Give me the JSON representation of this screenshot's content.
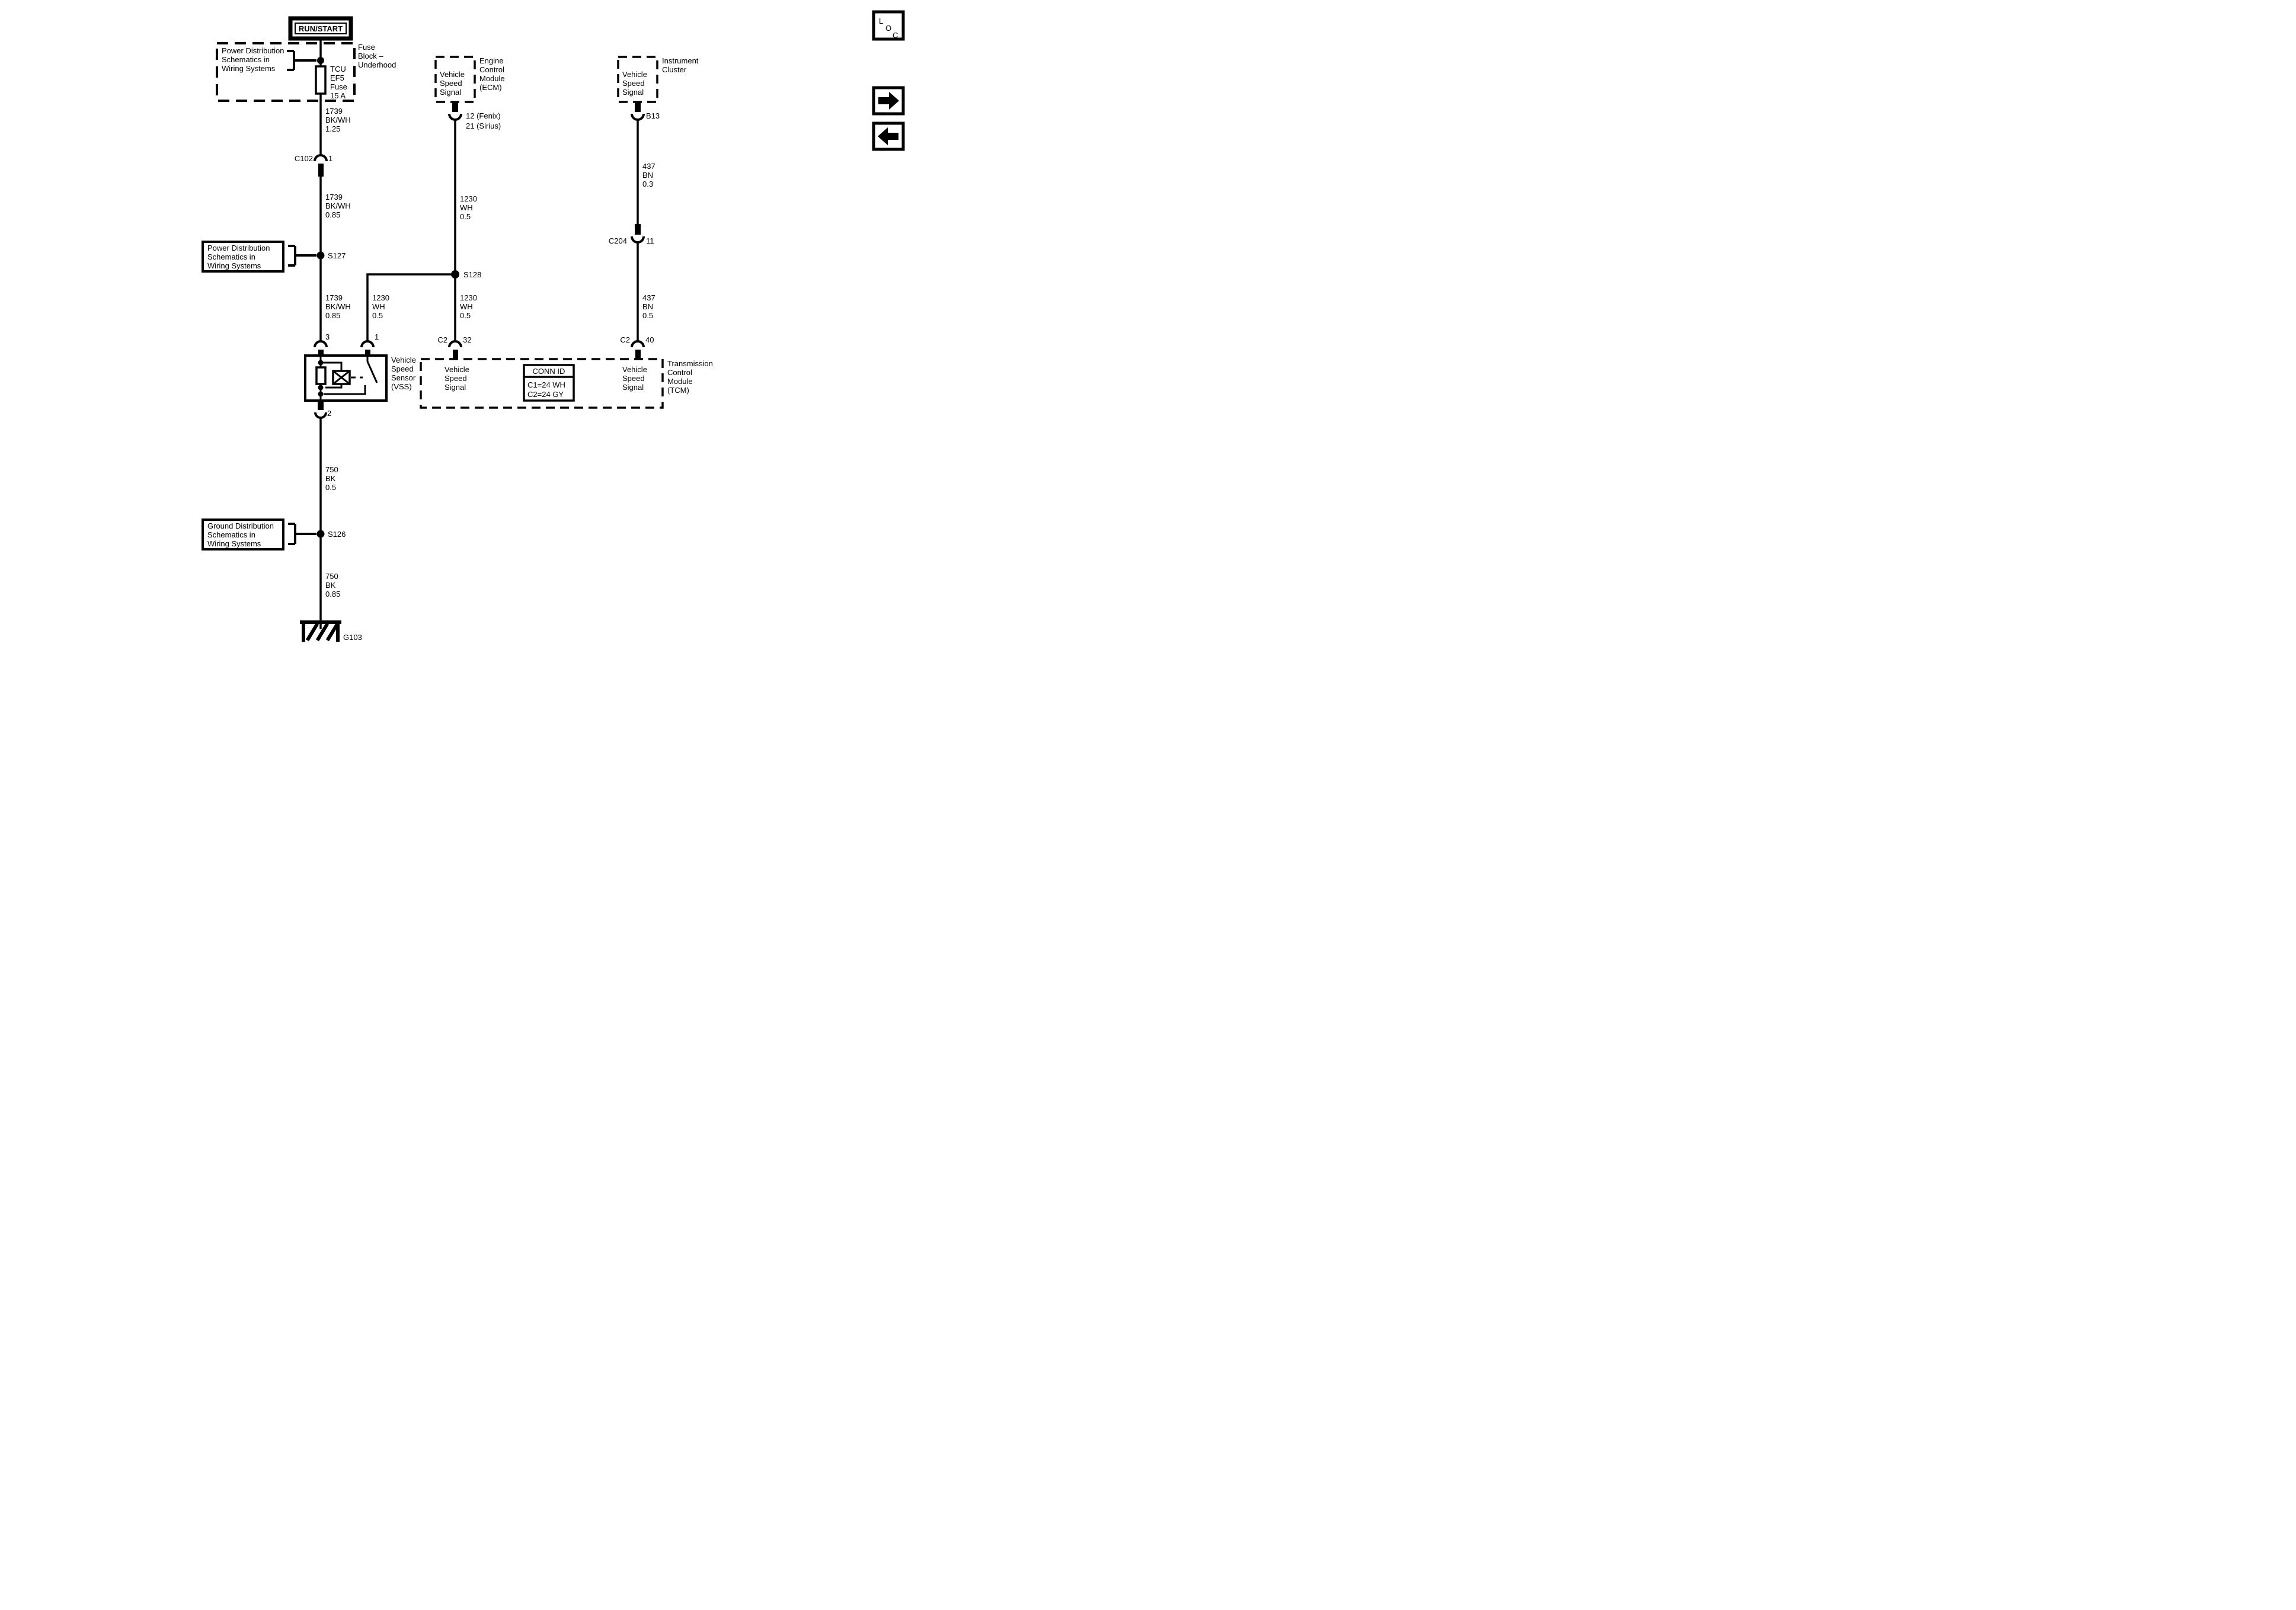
{
  "colors": {
    "ink": "#000000",
    "paper": "#ffffff"
  },
  "nav": {
    "loc_letters": [
      "L",
      "O",
      "C"
    ],
    "forward_icon": "right-arrow",
    "back_icon": "left-arrow"
  },
  "power_feed": {
    "source_label": "RUN/START",
    "fuse_block_name": [
      "Fuse",
      "Block –",
      "Underhood"
    ],
    "note_top": [
      "Power Distribution",
      "Schematics in",
      "Wiring Systems"
    ],
    "fuse_label": [
      "TCU",
      "EF5",
      "Fuse",
      "15 A"
    ],
    "wire_feed": [
      "1739",
      "BK/WH",
      "1.25"
    ],
    "c102": {
      "name": "C102",
      "pin": "1"
    },
    "wire_feed2": [
      "1739",
      "BK/WH",
      "0.85"
    ],
    "splice_s127": "S127",
    "note_mid": [
      "Power Distribution",
      "Schematics in",
      "Wiring Systems"
    ],
    "wire_feed3": [
      "1739",
      "BK/WH",
      "0.85"
    ]
  },
  "vss": {
    "pin3": "3",
    "pin1": "1",
    "pin2": "2",
    "name": [
      "Vehicle",
      "Speed",
      "Sensor",
      "(VSS)"
    ]
  },
  "ecm": {
    "signal": [
      "Vehicle",
      "Speed",
      "Signal"
    ],
    "name": [
      "Engine",
      "Control",
      "Module",
      "(ECM)"
    ],
    "pins": [
      "12 (Fenix)",
      "21 (Sirius)"
    ],
    "wire_a": [
      "1230",
      "WH",
      "0.5"
    ],
    "splice_s128": "S128",
    "wire_branch": [
      "1230",
      "WH",
      "0.5"
    ],
    "wire_b": [
      "1230",
      "WH",
      "0.5"
    ],
    "conn": {
      "name": "C2",
      "pin": "32"
    }
  },
  "cluster": {
    "signal": [
      "Vehicle",
      "Speed",
      "Signal"
    ],
    "name": [
      "Instrument",
      "Cluster"
    ],
    "pin": "B13",
    "wire_a": [
      "437",
      "BN",
      "0.3"
    ],
    "c204": {
      "name": "C204",
      "pin": "11"
    },
    "wire_b": [
      "437",
      "BN",
      "0.5"
    ],
    "conn": {
      "name": "C2",
      "pin": "40"
    }
  },
  "tcm": {
    "signal_in": [
      "Vehicle",
      "Speed",
      "Signal"
    ],
    "signal_out": [
      "Vehicle",
      "Speed",
      "Signal"
    ],
    "name": [
      "Transmission",
      "Control",
      "Module",
      "(TCM)"
    ],
    "conn_id": {
      "header": "CONN ID",
      "rows": [
        "C1=24 WH",
        "C2=24 GY"
      ]
    }
  },
  "ground": {
    "wire_a": [
      "750",
      "BK",
      "0.5"
    ],
    "splice_s126": "S126",
    "note": [
      "Ground Distribution",
      "Schematics in",
      "Wiring Systems"
    ],
    "wire_b": [
      "750",
      "BK",
      "0.85"
    ],
    "point": "G103"
  }
}
